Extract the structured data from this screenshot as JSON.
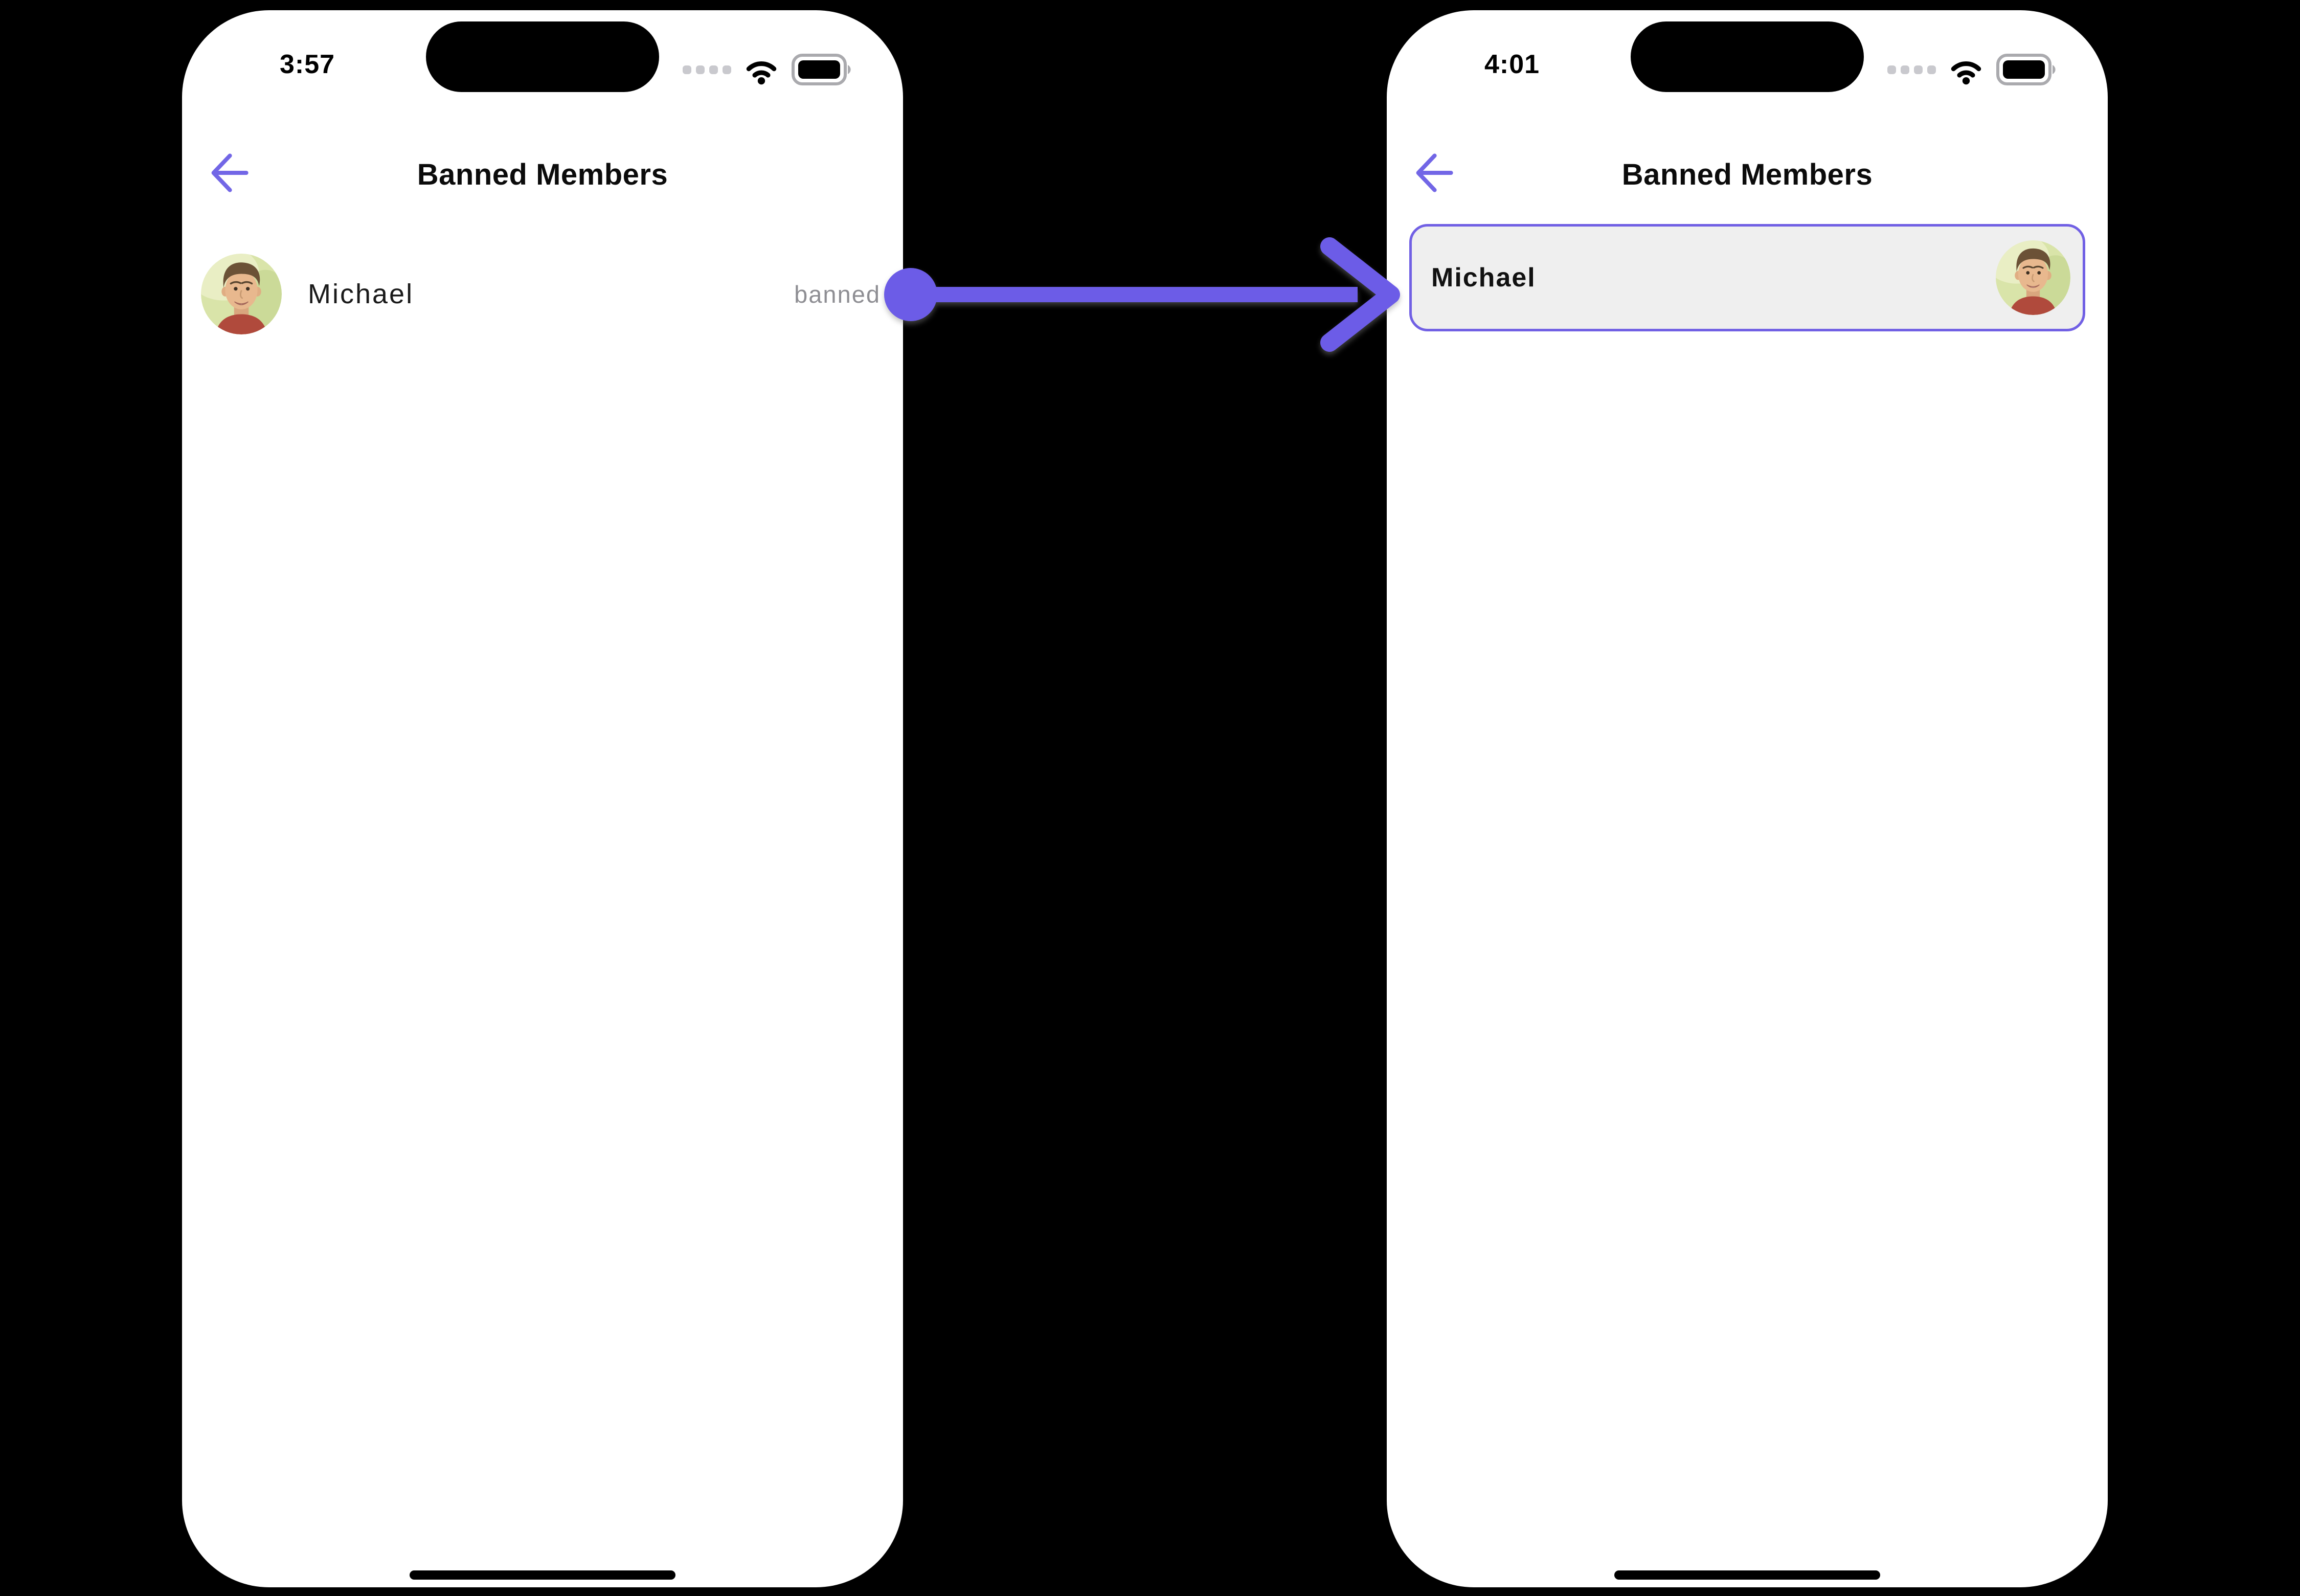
{
  "colors": {
    "accent_purple": "#6C5CE7",
    "card_border": "#7160E4",
    "card_background": "#EFEFEF",
    "muted_text": "#8E8E93",
    "page_background": "#000000",
    "phone_background": "#FFFFFF"
  },
  "icons": {
    "back": "arrow-left-icon",
    "cellular": "cellular-dots-icon",
    "wifi": "wifi-icon",
    "battery": "battery-full-icon",
    "dynamic_island": "dynamic-island",
    "home_indicator": "home-indicator-bar",
    "avatar": "user-photo-avatar",
    "annotation": "arrow-right-annotation"
  },
  "left_phone": {
    "status_bar": {
      "time": "3:57"
    },
    "header": {
      "title": "Banned Members"
    },
    "member": {
      "name": "Michael",
      "status": "banned"
    }
  },
  "right_phone": {
    "status_bar": {
      "time": "4:01"
    },
    "header": {
      "title": "Banned Members"
    },
    "member": {
      "name": "Michael"
    }
  },
  "annotation": {
    "type": "arrow",
    "direction": "left-to-right",
    "color": "#6C5CE7"
  }
}
